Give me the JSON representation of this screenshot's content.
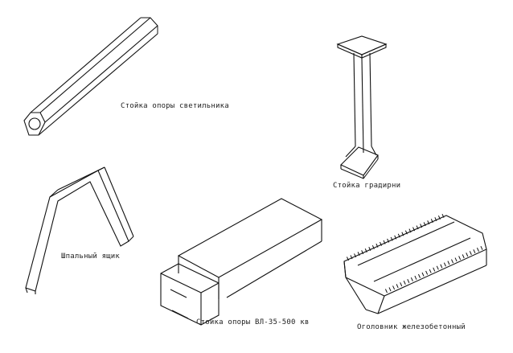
{
  "labels": {
    "lamp_post": "Стойка опоры светильника",
    "cooling_tower_post": "Стойка градирни",
    "arch_element": "Шпальный ящик",
    "power_line_post": "Стойка опоры ВЛ-35-500 кв",
    "headpiece": "Оголовник железобетонный"
  }
}
